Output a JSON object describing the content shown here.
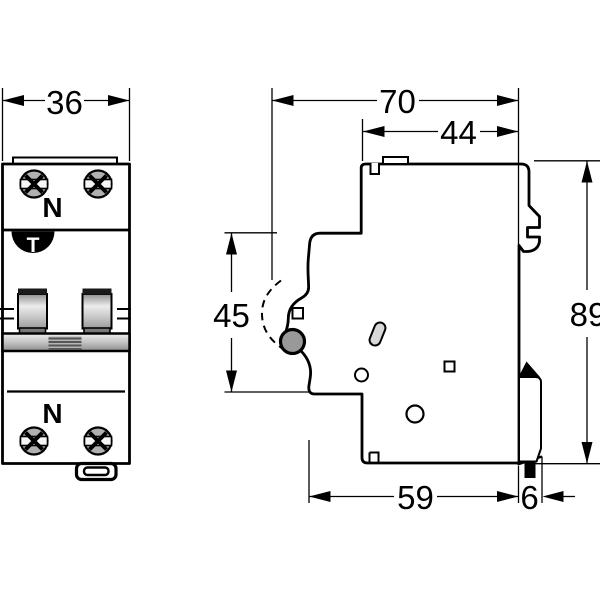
{
  "front_view": {
    "width_dim": "36",
    "neutral_label_top": "N",
    "test_button_label": "T",
    "neutral_label_bottom": "N"
  },
  "side_view": {
    "overall_depth_dim": "70",
    "upper_body_depth_dim": "44",
    "front_section_height_dim": "45",
    "overall_height_dim": "89",
    "lower_body_depth_dim": "59",
    "rail_clip_depth_dim": "6"
  },
  "colors": {
    "line": "#000000",
    "background": "#ffffff",
    "screw_gray": "#b0b0b0",
    "handle_dark": "#787878",
    "pivot_gray": "#999999"
  }
}
